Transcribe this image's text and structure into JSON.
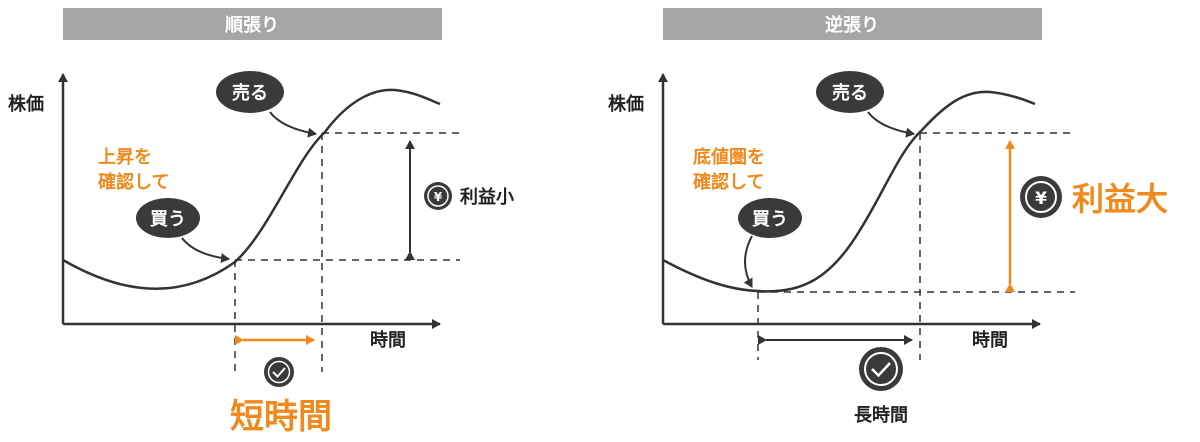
{
  "colors": {
    "accent": "#F08A1C",
    "dark": "#3A3A3A",
    "header_bg": "#A6A6A6",
    "header_text": "#FFFFFF",
    "axis": "#333333"
  },
  "panels": [
    {
      "title": "順張り",
      "y_axis_label": "株価",
      "x_axis_label": "時間",
      "sell_label": "売る",
      "buy_label": "買う",
      "timing_note": [
        "上昇を",
        "確認して"
      ],
      "profit_label": "利益小",
      "duration_label": "短時間",
      "yen_symbol": "¥",
      "icons": [
        "yen-coin-icon",
        "clock-check-icon"
      ]
    },
    {
      "title": "逆張り",
      "y_axis_label": "株価",
      "x_axis_label": "時間",
      "sell_label": "売る",
      "buy_label": "買う",
      "timing_note": [
        "底値圏を",
        "確認して"
      ],
      "profit_label": "利益大",
      "duration_label": "長時間",
      "yen_symbol": "¥",
      "icons": [
        "yen-coin-icon",
        "clock-check-icon"
      ]
    }
  ]
}
